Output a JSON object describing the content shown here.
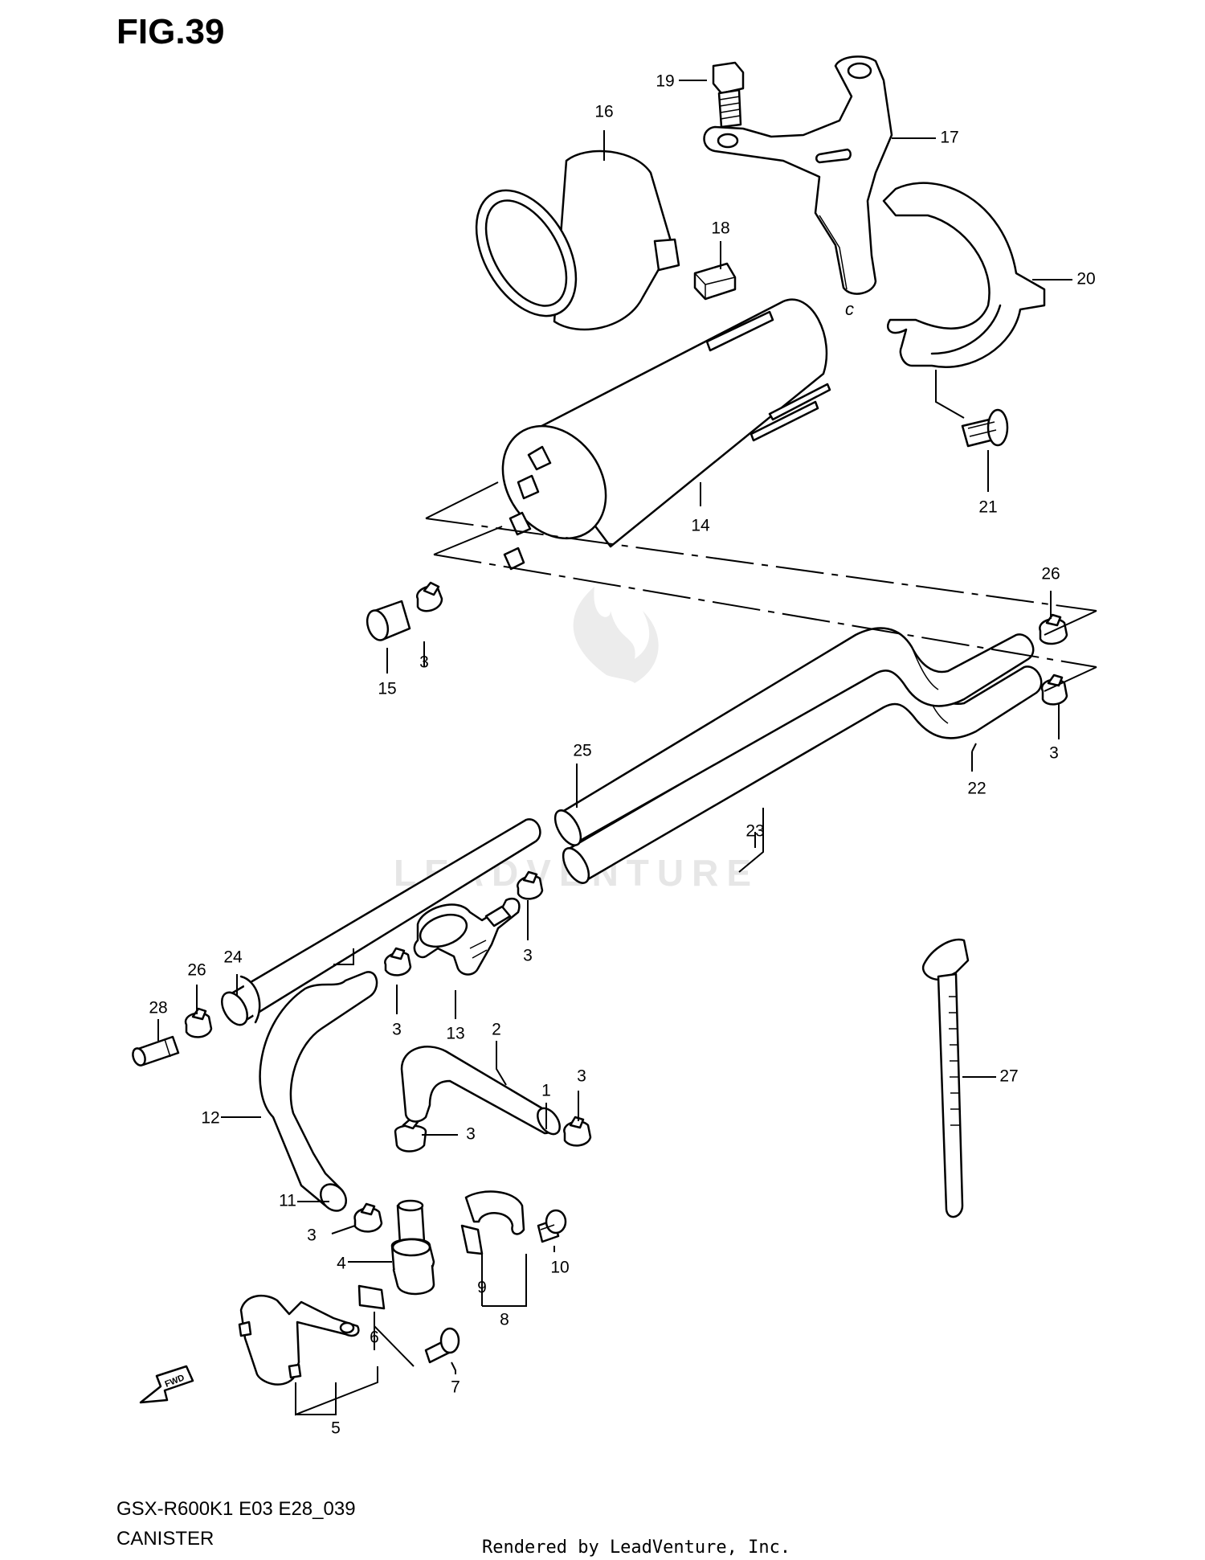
{
  "header": {
    "figure_title": "FIG.39"
  },
  "footer": {
    "model_code": "GSX-R600K1 E03 E28_039",
    "section_name": "CANISTER",
    "rendered_by": "Rendered by LeadVenture, Inc."
  },
  "watermark": {
    "text": "LEADVENTURE"
  },
  "fwd_arrow": {
    "label": "FWD"
  },
  "callouts": {
    "c1": "1",
    "c2": "2",
    "c3a": "3",
    "c3b": "3",
    "c3c": "3",
    "c3d": "3",
    "c3e": "3",
    "c3f": "3",
    "c3g": "3",
    "c4": "4",
    "c5": "5",
    "c6": "6",
    "c7": "7",
    "c8": "8",
    "c9": "9",
    "c10": "10",
    "c11": "11",
    "c12": "12",
    "c13": "13",
    "c14": "14",
    "c15": "15",
    "c16": "16",
    "c17": "17",
    "c18": "18",
    "c19": "19",
    "c20": "20",
    "c21": "21",
    "c22": "22",
    "c23": "23",
    "c24": "24",
    "c25": "25",
    "c26a": "26",
    "c26b": "26",
    "c27": "27",
    "c28": "28"
  }
}
